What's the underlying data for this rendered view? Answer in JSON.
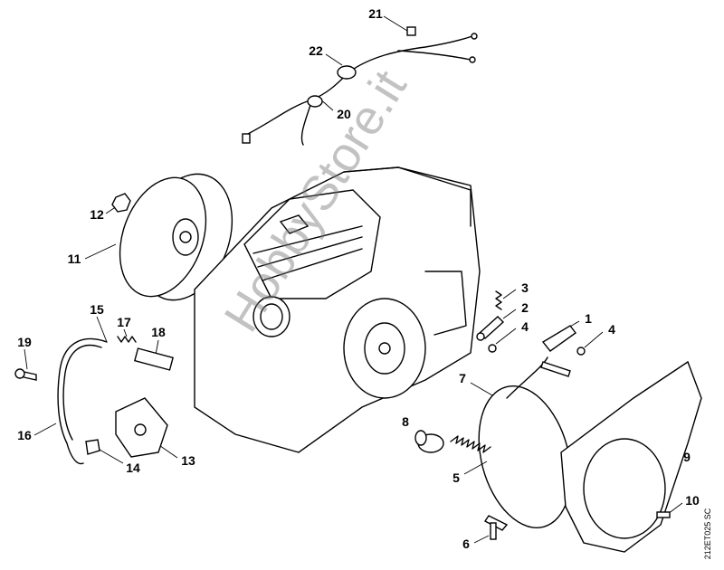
{
  "watermark": "HobbyStore.it",
  "drawing_code": "212ET025 SC",
  "part_labels": [
    "21",
    "22",
    "20",
    "12",
    "11",
    "15",
    "17",
    "18",
    "19",
    "16",
    "14",
    "13",
    "3",
    "2",
    "4",
    "1",
    "4",
    "7",
    "8",
    "5",
    "9",
    "10",
    "6"
  ]
}
